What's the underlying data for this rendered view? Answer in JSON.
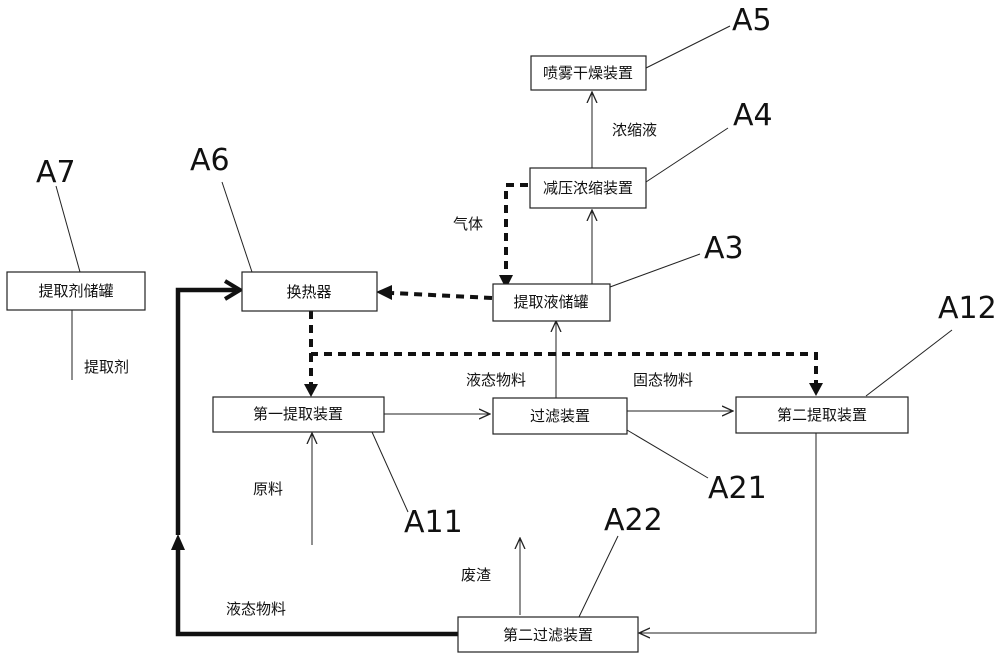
{
  "nodes": {
    "a5": "喷雾干燥装置",
    "a4": "减压浓缩装置",
    "a3": "提取液储罐",
    "a6": "换热器",
    "a7": "提取剂储罐",
    "a11": "第一提取装置",
    "a21": "过滤装置",
    "a12": "第二提取装置",
    "a22": "第二过滤装置"
  },
  "tags": {
    "a5": "A5",
    "a4": "A4",
    "a3": "A3",
    "a6": "A6",
    "a7": "A7",
    "a12": "A12",
    "a21": "A21",
    "a11": "A11",
    "a22": "A22"
  },
  "flow_labels": {
    "concentrate": "浓缩液",
    "gas": "气体",
    "extractant": "提取剂",
    "liquid_mid": "液态物料",
    "solid_mid": "固态物料",
    "raw": "原料",
    "residue": "废渣",
    "liquid_bottom": "液态物料"
  }
}
